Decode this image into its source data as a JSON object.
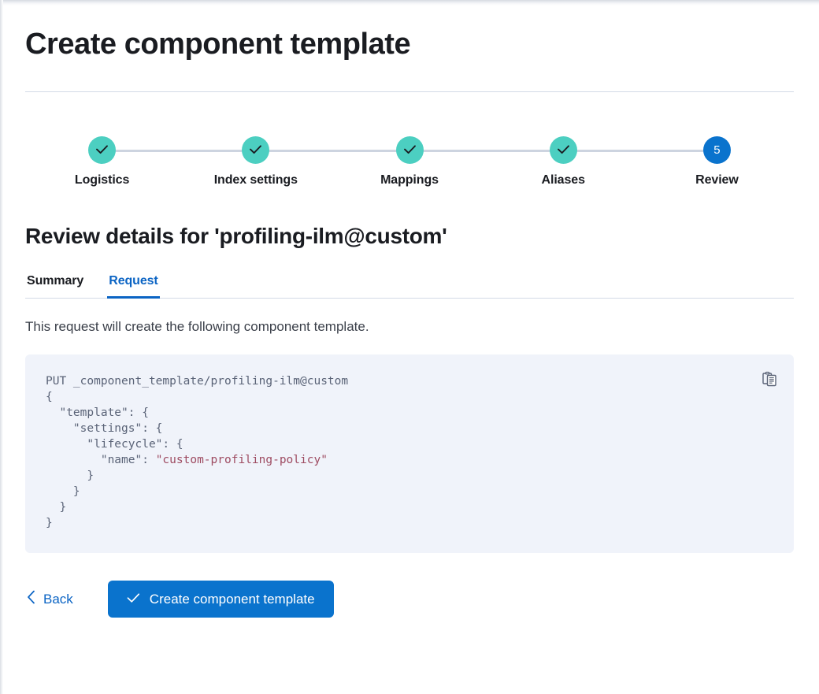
{
  "page": {
    "title": "Create component template"
  },
  "steps": {
    "items": [
      {
        "label": "Logistics",
        "state": "complete",
        "number": "1"
      },
      {
        "label": "Index settings",
        "state": "complete",
        "number": "2"
      },
      {
        "label": "Mappings",
        "state": "complete",
        "number": "3"
      },
      {
        "label": "Aliases",
        "state": "complete",
        "number": "4"
      },
      {
        "label": "Review",
        "state": "current",
        "number": "5"
      }
    ]
  },
  "review": {
    "heading": "Review details for 'profiling-ilm@custom'",
    "tabs": [
      {
        "label": "Summary",
        "active": false
      },
      {
        "label": "Request",
        "active": true
      }
    ],
    "description": "This request will create the following component template.",
    "request": {
      "method_line": "PUT _component_template/profiling-ilm@custom",
      "body_before_string": "{\n  \"template\": {\n    \"settings\": {\n      \"lifecycle\": {\n        \"name\": ",
      "string_value": "\"custom-profiling-policy\"",
      "body_after_string": "\n      }\n    }\n  }\n}"
    },
    "copy_icon": "copy-clipboard-icon"
  },
  "footer": {
    "back_label": "Back",
    "back_icon": "chevron-left-icon",
    "submit_label": "Create component template",
    "submit_icon": "check-icon"
  },
  "colors": {
    "accent_blue": "#0a73cd",
    "link_blue": "#0b64c4",
    "complete_teal": "#4ccfc1",
    "connector_gray": "#cdd4e0",
    "code_bg": "#f0f3fa",
    "code_text": "#5a6377",
    "code_string": "#9e4b61",
    "rule": "#d3dae6",
    "text_dark": "#1a1c21"
  }
}
